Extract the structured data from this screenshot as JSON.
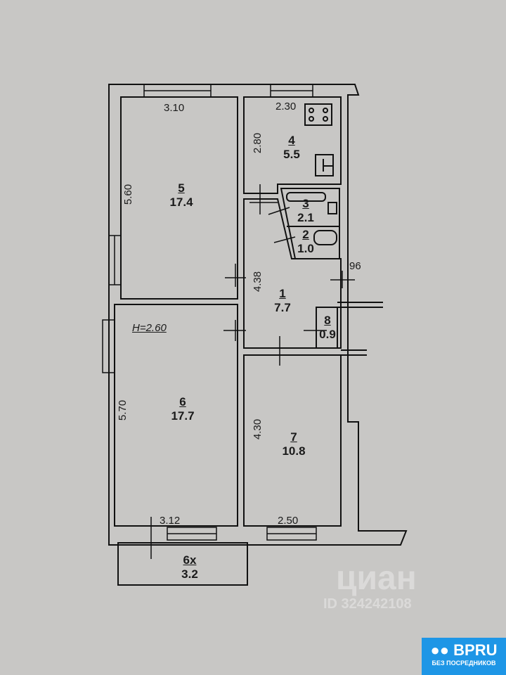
{
  "plan": {
    "ceiling_height": "H=2.60",
    "rooms": [
      {
        "number": "1",
        "area": "7.7"
      },
      {
        "number": "2",
        "area": "1.0"
      },
      {
        "number": "3",
        "area": "2.1"
      },
      {
        "number": "4",
        "area": "5.5"
      },
      {
        "number": "5",
        "area": "17.4"
      },
      {
        "number": "6",
        "area": "17.7"
      },
      {
        "number": "7",
        "area": "10.8"
      },
      {
        "number": "8",
        "area": "0.9"
      },
      {
        "number": "6x",
        "area": "3.2"
      }
    ],
    "dimensions": {
      "room5_width": "3.10",
      "room5_length": "5.60",
      "kitchen_width": "2.30",
      "kitchen_length": "2.80",
      "hall_length": "4.38",
      "door_width": "96",
      "room6_length": "5.70",
      "room6_width": "3.12",
      "room7_length": "4.30",
      "room7_width": "2.50"
    }
  },
  "watermark": {
    "brand": "циан",
    "id": "ID 324242108"
  },
  "logo": {
    "name": "BPRU",
    "tagline": "БЕЗ ПОСРЕДНИКОВ"
  }
}
